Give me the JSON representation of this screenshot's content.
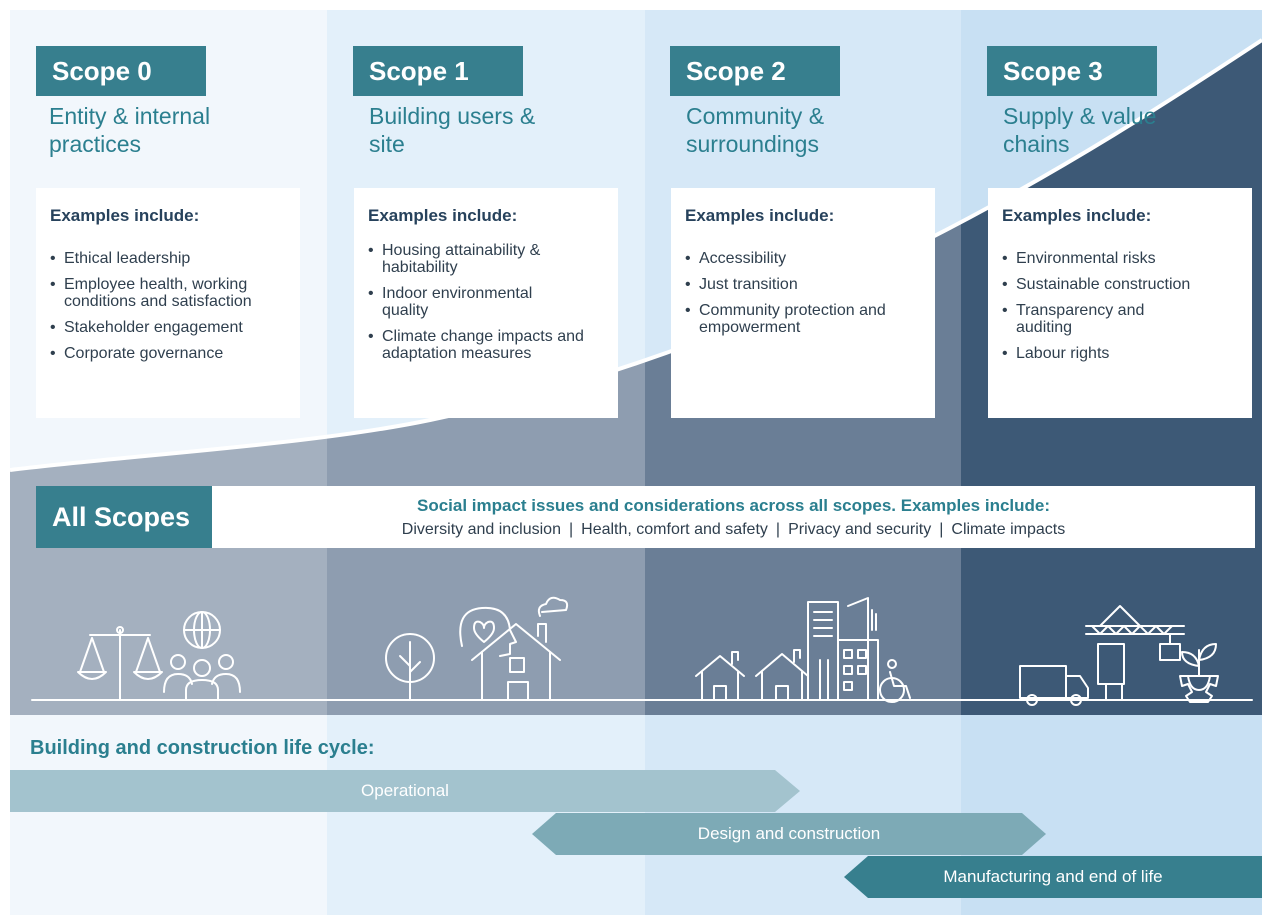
{
  "scopes": [
    {
      "tag": "Scope 0",
      "subtitle": "Entity & internal practices",
      "header": "Examples include:",
      "items": [
        "Ethical leadership",
        "Employee health, working conditions and satisfaction",
        "Stakeholder engagement",
        "Corporate governance"
      ]
    },
    {
      "tag": "Scope 1",
      "subtitle": "Building users & site",
      "header": "Examples include:",
      "items": [
        "Housing attainability & habitability",
        "Indoor environmental quality",
        "Climate change impacts and adaptation measures"
      ]
    },
    {
      "tag": "Scope 2",
      "subtitle": "Community & surroundings",
      "header": "Examples include:",
      "items": [
        "Accessibility",
        "Just transition",
        "Community protection and empowerment"
      ]
    },
    {
      "tag": "Scope 3",
      "subtitle": "Supply & value chains",
      "header": "Examples include:",
      "items": [
        "Environmental risks",
        "Sustainable construction",
        "Transparency and auditing",
        "Labour rights"
      ]
    }
  ],
  "all_scopes": {
    "tag": "All Scopes",
    "header": "Social impact issues and considerations across all scopes. Examples include:",
    "items": [
      "Diversity and inclusion",
      "Health, comfort and safety",
      "Privacy and security",
      "Climate impacts"
    ],
    "separator": "|"
  },
  "lifecycle": {
    "title": "Building and construction life cycle:",
    "phases": [
      "Operational",
      "Design and construction",
      "Manufacturing and end of life"
    ]
  },
  "colors": {
    "teal": "#377f8e",
    "navy": "#3d5976",
    "col_light": [
      "#f2f7fc",
      "#e3f0fa",
      "#d6e8f7",
      "#c8e0f3"
    ],
    "col_dark": [
      "#a4b0bf",
      "#8e9db0",
      "#6a7e96",
      "#3d5976"
    ]
  },
  "icons": [
    "scales-icon",
    "people-globe-icon",
    "tree-icon",
    "heart-head-icon",
    "house-icon",
    "cloud-icon",
    "houses-icon",
    "city-buildings-icon",
    "wheelchair-icon",
    "truck-icon",
    "crane-icon",
    "plant-gear-icon"
  ]
}
